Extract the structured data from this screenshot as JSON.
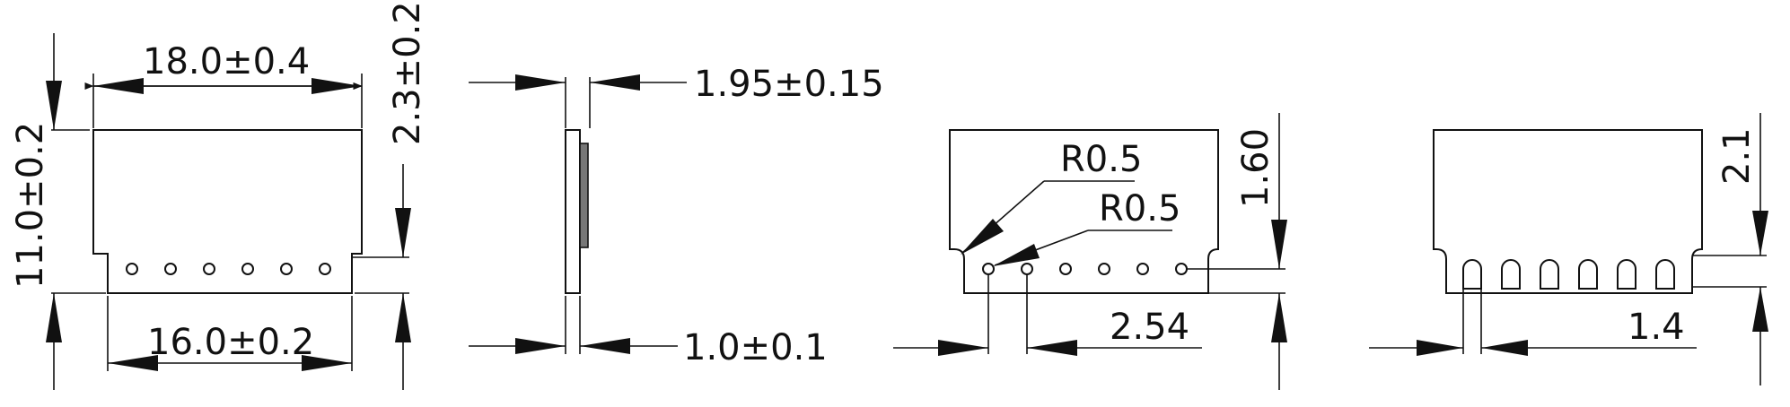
{
  "front_view": {
    "width_top": "18.0±0.4",
    "width_bottom": "16.0±0.2",
    "height": "11.0±0.2",
    "tab_height": "2.3±0.2"
  },
  "side_view": {
    "total_thickness": "1.95±0.15",
    "board_thickness": "1.0±0.1"
  },
  "pad_view": {
    "radius_1": "R0.5",
    "radius_2": "R0.5",
    "pad_height": "1.60",
    "pitch": "2.54"
  },
  "castellation_view": {
    "slot_depth": "2.1",
    "slot_width": "1.4"
  }
}
